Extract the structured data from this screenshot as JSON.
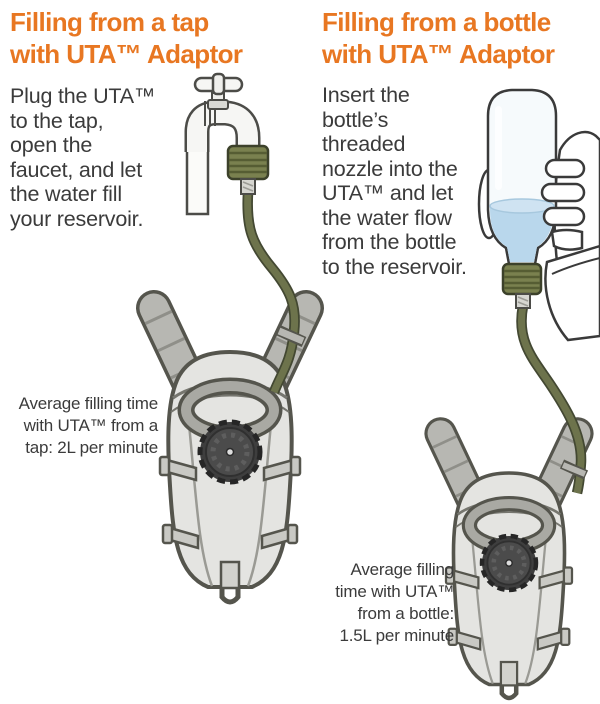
{
  "page": {
    "background": "#ffffff",
    "accent_orange": "#e87722",
    "text_color": "#3b3b3b",
    "adaptor_olive": "#7a814f",
    "tube_olive": "#6d734c",
    "water_blue": "#b9d7ec",
    "pack_gray": "#e4e4e1",
    "strap_gray": "#b7b7b2"
  },
  "panels": [
    {
      "id": "tap",
      "heading": "Filling from a tap\nwith UTA™ Adaptor",
      "body": "Plug the UTA™\nto the tap,\nopen the\nfaucet, and let\nthe water fill\nyour reservoir.",
      "caption": "Average filling time\nwith UTA™ from a\ntap: 2L per minute",
      "illustrations": [
        "tap-with-uta-adaptor",
        "hose-tube",
        "hydration-pack"
      ]
    },
    {
      "id": "bottle",
      "heading": "Filling from a bottle\nwith UTA™ Adaptor",
      "body": "Insert the\nbottle’s\nthreaded\nnozzle into the\nUTA™ and let\nthe water flow\nfrom the bottle\nto the reservoir.",
      "caption": "Average filling\ntime with UTA™\nfrom a bottle:\n1.5L per minute",
      "illustrations": [
        "bottle-with-uta-adaptor",
        "holding-hand",
        "hose-tube",
        "hydration-pack"
      ]
    }
  ]
}
